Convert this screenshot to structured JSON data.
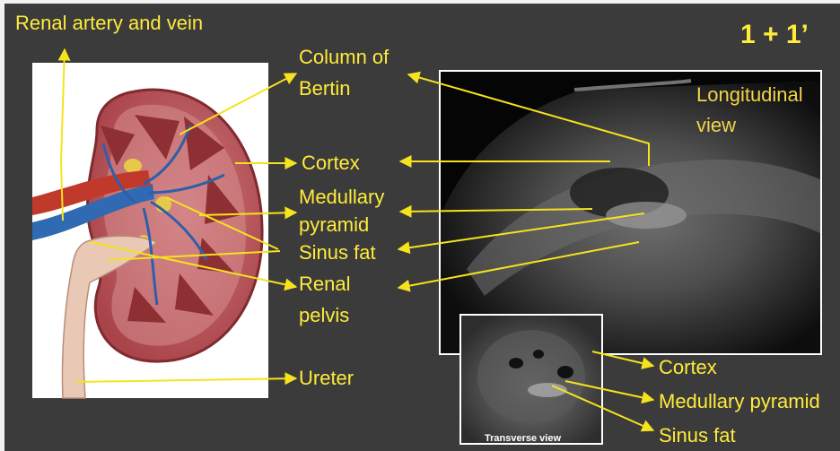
{
  "slide": {
    "number": "1 + 1’",
    "labels": {
      "renal_artery_vein": "Renal artery and vein",
      "column_of_bertin_line1": "Column of",
      "column_of_bertin_line2": "Bertin",
      "cortex": "Cortex",
      "medullary_line1": "Medullary",
      "medullary_line2": "pyramid",
      "sinus_fat": "Sinus fat",
      "renal_pelvis_line1": "Renal",
      "renal_pelvis_line2": "pelvis",
      "ureter": "Ureter"
    },
    "ultrasound": {
      "long_label_line1": "Longitudinal",
      "long_label_line2": "view"
    },
    "transverse": {
      "caption": "Transverse view",
      "cortex": "Cortex",
      "medullary": "Medullary pyramid",
      "sinus_fat": "Sinus fat"
    }
  },
  "colors": {
    "background": "#3b3b3b",
    "label_yellow": "#ffeb3b",
    "arrow_yellow": "#f5e31d",
    "kidney_cortex": "#b9555a",
    "pyramid": "#8e2f34",
    "artery": "#c0392b",
    "vein": "#2f6ab2"
  }
}
